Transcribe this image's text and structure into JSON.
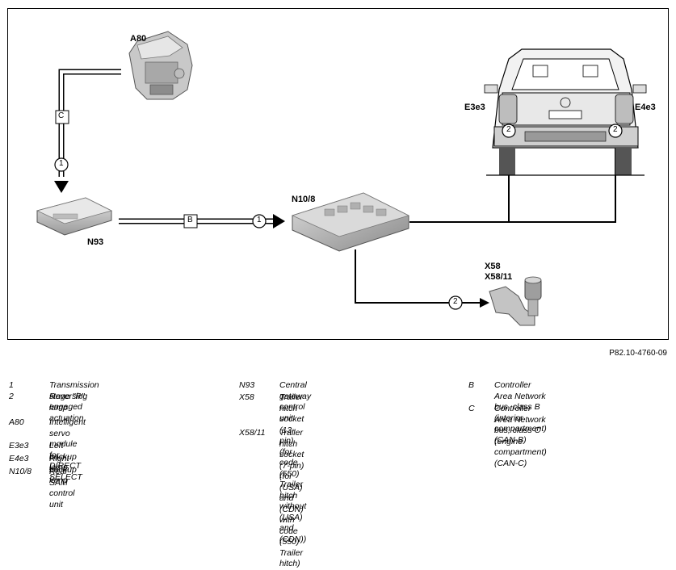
{
  "diagram": {
    "components": {
      "a80": "A80",
      "n93": "N93",
      "n10_8": "N10/8",
      "x58": "X58",
      "x58_11": "X58/11",
      "e3e3": "E3e3",
      "e4e3": "E4e3"
    },
    "bus_b": "B",
    "bus_c": "C",
    "signal_1": "1",
    "signal_2": "2"
  },
  "reference": "P82.10-4760-09",
  "legend": {
    "col1": [
      {
        "code": "1",
        "desc": "Transmission stage \"R\" engaged"
      },
      {
        "code": "2",
        "desc": "Reversing lamp actuation"
      },
      {
        "code": "A80",
        "desc": "Intelligent servo module for\nDIRECT SELECT"
      },
      {
        "code": "E3e3",
        "desc": "Left backup lamp"
      },
      {
        "code": "E4e3",
        "desc": "Right backup lamp"
      },
      {
        "code": "N10/8",
        "desc": "Rear SAM control unit"
      }
    ],
    "col2": [
      {
        "code": "N93",
        "desc": "Central gateway control unit"
      },
      {
        "code": "X58",
        "desc": "Trailer hitch socket (13-pin)\n(for code (550) Trailer hitch\nwithout (USA) and (CDN))"
      },
      {
        "code": "X58/11",
        "desc": "Trailer hitch socket (7-pin)\n(for (USA) and (CDN) with code (550)\nTrailer hitch)"
      }
    ],
    "col3": [
      {
        "code": "B",
        "desc": "Controller Area Network bus, class B\n(interior compartment) (CAN-B)"
      },
      {
        "code": "C",
        "desc": "Controller Area Network bus, class C\n(engine compartment) (CAN-C)"
      }
    ]
  }
}
